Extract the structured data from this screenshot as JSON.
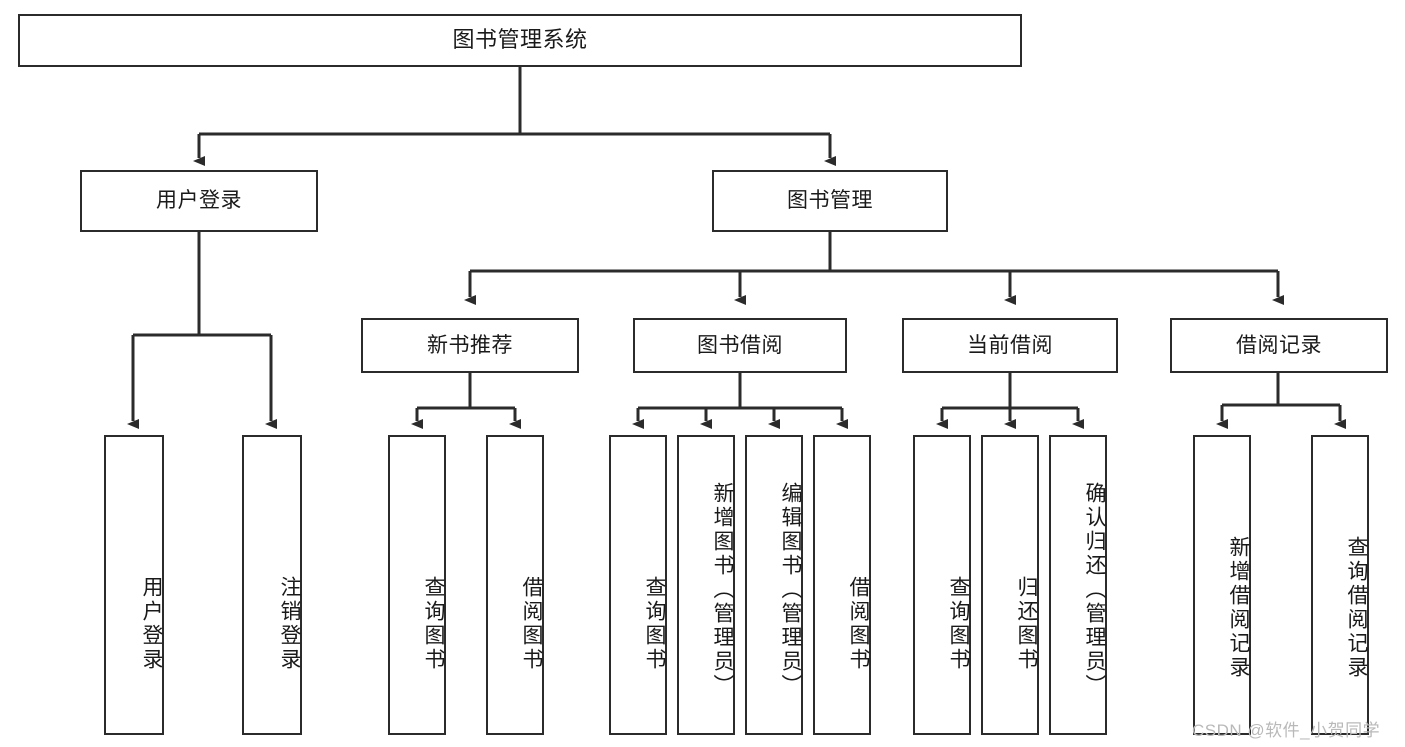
{
  "diagram": {
    "title": "图书管理系统",
    "type": "tree",
    "orientation": "top-down",
    "colors": {
      "box_border": "#2b2b2b",
      "box_fill": "#ffffff",
      "connector": "#2b2b2b",
      "text": "#1a1a1a",
      "watermark": "#b9b9b9",
      "background": "#ffffff"
    },
    "nodes": {
      "root": {
        "label": "图书管理系统",
        "level": 0
      },
      "level1": [
        {
          "id": "user-login",
          "label": "用户登录"
        },
        {
          "id": "book-management",
          "label": "图书管理"
        }
      ],
      "level2": [
        {
          "id": "new-book-recommend",
          "label": "新书推荐",
          "parent": "book-management"
        },
        {
          "id": "book-borrow",
          "label": "图书借阅",
          "parent": "book-management"
        },
        {
          "id": "current-borrow",
          "label": "当前借阅",
          "parent": "book-management"
        },
        {
          "id": "borrow-record",
          "label": "借阅记录",
          "parent": "book-management"
        }
      ],
      "leaves": [
        {
          "id": "leaf-user-login",
          "label": "用户登录",
          "parent": "user-login"
        },
        {
          "id": "leaf-logout-login",
          "label": "注销登录",
          "parent": "user-login"
        },
        {
          "id": "leaf-query-book-1",
          "label": "查询图书",
          "parent": "new-book-recommend"
        },
        {
          "id": "leaf-borrow-book-1",
          "label": "借阅图书",
          "parent": "new-book-recommend"
        },
        {
          "id": "leaf-query-book-2",
          "label": "查询图书",
          "parent": "book-borrow"
        },
        {
          "id": "leaf-add-book",
          "label": "新增图书（管理员）",
          "parent": "book-borrow"
        },
        {
          "id": "leaf-edit-book",
          "label": "编辑图书（管理员）",
          "parent": "book-borrow"
        },
        {
          "id": "leaf-borrow-book-2",
          "label": "借阅图书",
          "parent": "book-borrow"
        },
        {
          "id": "leaf-query-book-3",
          "label": "查询图书",
          "parent": "current-borrow"
        },
        {
          "id": "leaf-return-book",
          "label": "归还图书",
          "parent": "current-borrow"
        },
        {
          "id": "leaf-confirm-return",
          "label": "确认归还（管理员）",
          "parent": "current-borrow"
        },
        {
          "id": "leaf-add-record",
          "label": "新增借阅记录",
          "parent": "borrow-record"
        },
        {
          "id": "leaf-query-record",
          "label": "查询借阅记录",
          "parent": "borrow-record"
        }
      ]
    },
    "watermark": "CSDN @软件_小贺同学"
  }
}
